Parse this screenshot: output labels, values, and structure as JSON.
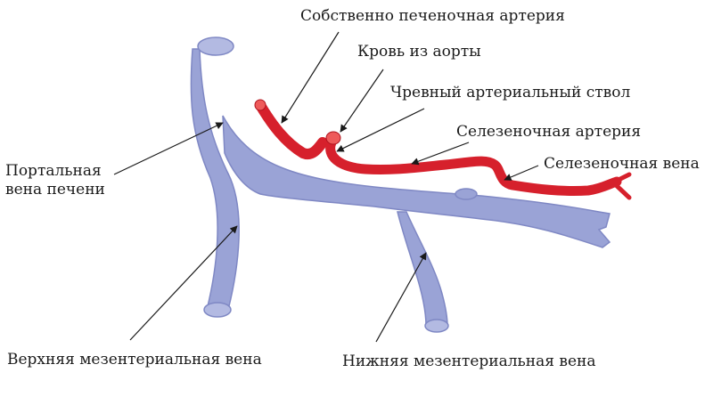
{
  "labels": {
    "proper_hepatic_artery": "Собственно печеночная артерия",
    "blood_from_aorta": "Кровь из аорты",
    "celiac_trunk": "Чревный артериальный ствол",
    "splenic_artery": "Селезеночная артерия",
    "splenic_vein": "Селезеночная вена",
    "portal_vein_line1": "Портальная",
    "portal_vein_line2": "вена печени",
    "superior_mesenteric_vein": "Верхняя мезентериальная вена",
    "inferior_mesenteric_vein": "Нижняя мезентериальная вена"
  },
  "colors": {
    "vein_fill": "#9aa3d6",
    "vein_stroke": "#7f88c4",
    "vein_cap": "#b3bae2",
    "artery": "#d6202c",
    "artery_cap": "#ee5a5a",
    "text": "#1a1a1a",
    "arrow": "#1a1a1a"
  }
}
